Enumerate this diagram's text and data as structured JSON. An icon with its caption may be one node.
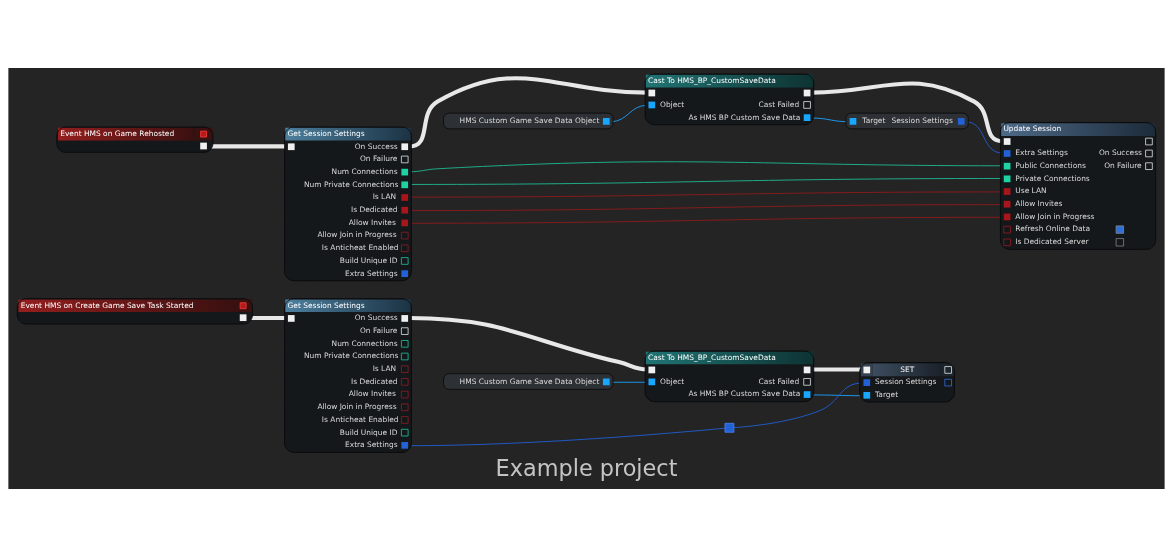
{
  "diagram": {
    "caption": "Example project",
    "nodes": [
      {
        "text": [
          "Event HMS on Game Rehosted"
        ]
      },
      {
        "text": [
          "Get Session Settings",
          "On Success",
          "On Failure",
          "Num Connections",
          "Num Private Connections",
          "Is LAN",
          "Is Dedicated",
          "Allow Invites",
          "Allow Join in Progress",
          "Is Anticheat Enabled",
          "Build Unique ID",
          "Extra Settings"
        ]
      },
      {
        "text": [
          "HMS Custom Game Save Data Object"
        ]
      },
      {
        "text": [
          "Cast To HMS_BP_CustomSaveData",
          "Object",
          "Cast Failed",
          "As HMS BP Custom Save Data"
        ]
      },
      {
        "text": [
          "Target",
          "Session Settings"
        ]
      },
      {
        "text": [
          "Update Session",
          "Extra Settings",
          "On Success",
          "Public Connections",
          "On Failure",
          "Private Connections",
          "Use LAN",
          "Allow Invites",
          "Allow Join in Progress",
          "Refresh Online Data",
          "Is Dedicated Server"
        ]
      },
      {
        "text": [
          "Event HMS on Create Game Save Task Started"
        ]
      },
      {
        "text": [
          "Get Session Settings",
          "On Success",
          "On Failure",
          "Num Connections",
          "Num Private Connections",
          "Is LAN",
          "Is Dedicated",
          "Allow Invites",
          "Allow Join in Progress",
          "Is Anticheat Enabled",
          "Build Unique ID",
          "Extra Settings"
        ]
      },
      {
        "text": [
          "HMS Custom Game Save Data Object"
        ]
      },
      {
        "text": [
          "Cast To HMS_BP_CustomSaveData",
          "Object",
          "Cast Failed",
          "As HMS BP Custom Save Data"
        ]
      },
      {
        "text": [
          "SET",
          "Session Settings",
          "Target"
        ]
      },
      {
        "text": [],
        "shape": "box"
      }
    ],
    "edges": [
      {
        "from": 0,
        "to": 1,
        "arrow": "none",
        "style": "thick"
      },
      {
        "from": 1,
        "to": 3,
        "arrow": "none",
        "style": "thick"
      },
      {
        "from": 2,
        "to": 3,
        "arrow": "none",
        "color": "#1aa3ff"
      },
      {
        "from": 3,
        "to": 5,
        "arrow": "none",
        "style": "thick"
      },
      {
        "from": 3,
        "to": 4,
        "arrow": "none",
        "color": "#1aa3ff"
      },
      {
        "from": 4,
        "to": 5,
        "arrow": "none",
        "color": "#1f5fd6"
      },
      {
        "from": 1,
        "to": 5,
        "arrow": "none",
        "color": "#1fb894"
      },
      {
        "from": 1,
        "to": 5,
        "arrow": "none",
        "color": "#1fb894"
      },
      {
        "from": 1,
        "to": 5,
        "arrow": "none",
        "color": "#8e1a1a"
      },
      {
        "from": 1,
        "to": 5,
        "arrow": "none",
        "color": "#8e1a1a"
      },
      {
        "from": 1,
        "to": 5,
        "arrow": "none",
        "color": "#8e1a1a"
      },
      {
        "from": 6,
        "to": 7,
        "arrow": "none",
        "style": "thick"
      },
      {
        "from": 7,
        "to": 9,
        "arrow": "none",
        "style": "thick"
      },
      {
        "from": 8,
        "to": 9,
        "arrow": "none",
        "color": "#1aa3ff"
      },
      {
        "from": 9,
        "to": 10,
        "arrow": "none",
        "style": "thick"
      },
      {
        "from": 9,
        "to": 10,
        "arrow": "none",
        "color": "#1aa3ff"
      },
      {
        "from": 7,
        "to": 11,
        "arrow": "none",
        "color": "#1f5fd6"
      },
      {
        "from": 11,
        "to": 10,
        "arrow": "none",
        "color": "#1f5fd6"
      }
    ]
  }
}
